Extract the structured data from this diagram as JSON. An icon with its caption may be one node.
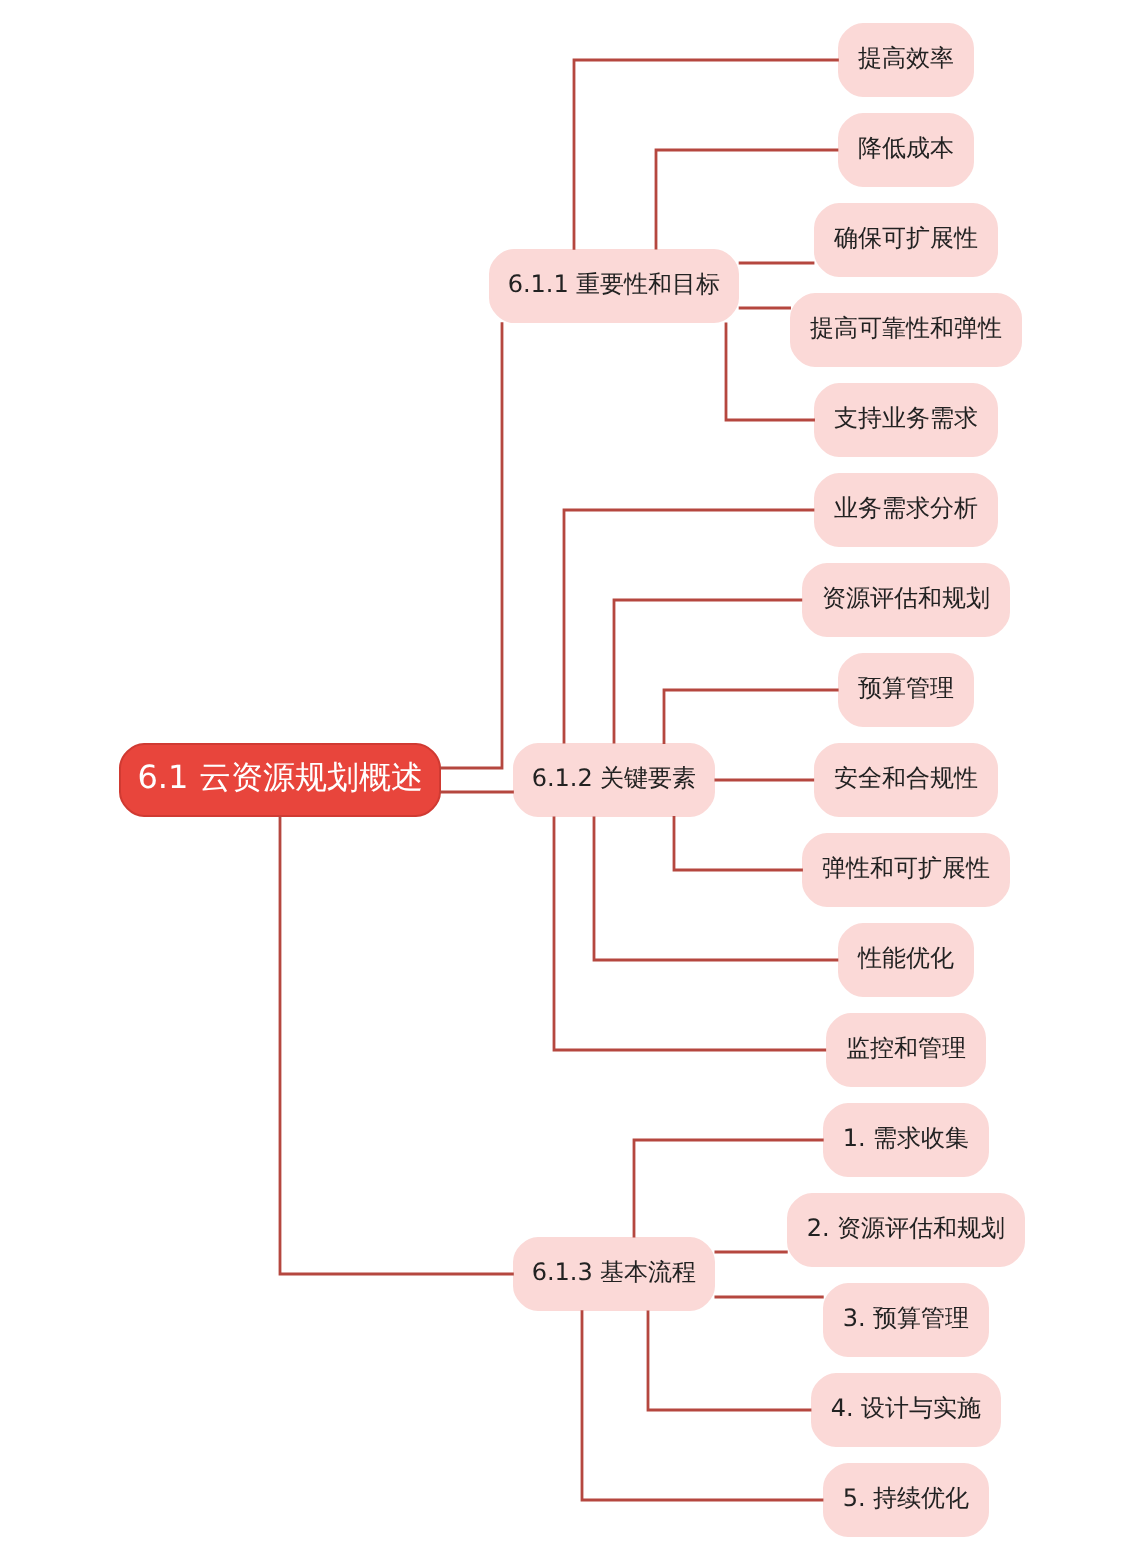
{
  "diagram": {
    "nodes": [
      {
        "text": [
          "6.1 云资源规划概述"
        ]
      },
      {
        "text": [
          "6.1.1 重要性和目标"
        ]
      },
      {
        "text": [
          "提高效率"
        ]
      },
      {
        "text": [
          "降低成本"
        ]
      },
      {
        "text": [
          "确保可扩展性"
        ]
      },
      {
        "text": [
          "提高可靠性和弹性"
        ]
      },
      {
        "text": [
          "支持业务需求"
        ]
      },
      {
        "text": [
          "6.1.2 关键要素"
        ]
      },
      {
        "text": [
          "业务需求分析"
        ]
      },
      {
        "text": [
          "资源评估和规划"
        ]
      },
      {
        "text": [
          "预算管理"
        ]
      },
      {
        "text": [
          "安全和合规性"
        ]
      },
      {
        "text": [
          "弹性和可扩展性"
        ]
      },
      {
        "text": [
          "性能优化"
        ]
      },
      {
        "text": [
          "监控和管理"
        ]
      },
      {
        "text": [
          "6.1.3 基本流程"
        ]
      },
      {
        "text": [
          "1. 需求收集"
        ]
      },
      {
        "text": [
          "2. 资源评估和规划"
        ]
      },
      {
        "text": [
          "3. 预算管理"
        ]
      },
      {
        "text": [
          "4. 设计与实施"
        ]
      },
      {
        "text": [
          "5. 持续优化"
        ]
      }
    ],
    "edges": [
      {
        "from": 0,
        "to": 1,
        "arrow": "none"
      },
      {
        "from": 1,
        "to": 2,
        "arrow": "none"
      },
      {
        "from": 1,
        "to": 3,
        "arrow": "none"
      },
      {
        "from": 1,
        "to": 4,
        "arrow": "none"
      },
      {
        "from": 1,
        "to": 5,
        "arrow": "none"
      },
      {
        "from": 1,
        "to": 6,
        "arrow": "none"
      },
      {
        "from": 0,
        "to": 7,
        "arrow": "none"
      },
      {
        "from": 7,
        "to": 8,
        "arrow": "none"
      },
      {
        "from": 7,
        "to": 9,
        "arrow": "none"
      },
      {
        "from": 7,
        "to": 10,
        "arrow": "none"
      },
      {
        "from": 7,
        "to": 11,
        "arrow": "none"
      },
      {
        "from": 7,
        "to": 12,
        "arrow": "none"
      },
      {
        "from": 7,
        "to": 13,
        "arrow": "none"
      },
      {
        "from": 7,
        "to": 14,
        "arrow": "none"
      },
      {
        "from": 0,
        "to": 15,
        "arrow": "none"
      },
      {
        "from": 15,
        "to": 16,
        "arrow": "none"
      },
      {
        "from": 15,
        "to": 17,
        "arrow": "none"
      },
      {
        "from": 15,
        "to": 18,
        "arrow": "none"
      },
      {
        "from": 15,
        "to": 19,
        "arrow": "none"
      },
      {
        "from": 15,
        "to": 20,
        "arrow": "none"
      }
    ]
  }
}
